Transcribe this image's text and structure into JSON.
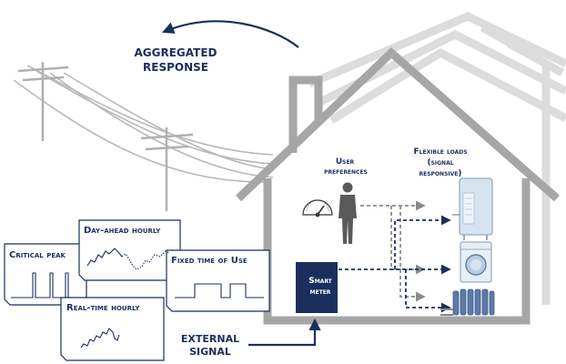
{
  "labels": {
    "aggregated_response": "AGGREGATED RESPONSE",
    "user_preferences": "User preferences",
    "flexible_loads": "Flexible loads (signal responsive)",
    "smart_meter": "Smart meter",
    "external_signal": "EXTERNAL SIGNAL"
  },
  "tariffs": {
    "critical_peak": "Critical peak",
    "day_ahead_hourly": "Day-ahead hourly",
    "fixed_time_of_use": "Fixed time of Use",
    "real_time_hourly": "Real-time hourly"
  },
  "colors": {
    "navy": "#1b2f5e",
    "house_gray": "#a6a6a6",
    "light_gray": "#d4d4d4",
    "line_gray": "#bdbdbd"
  }
}
